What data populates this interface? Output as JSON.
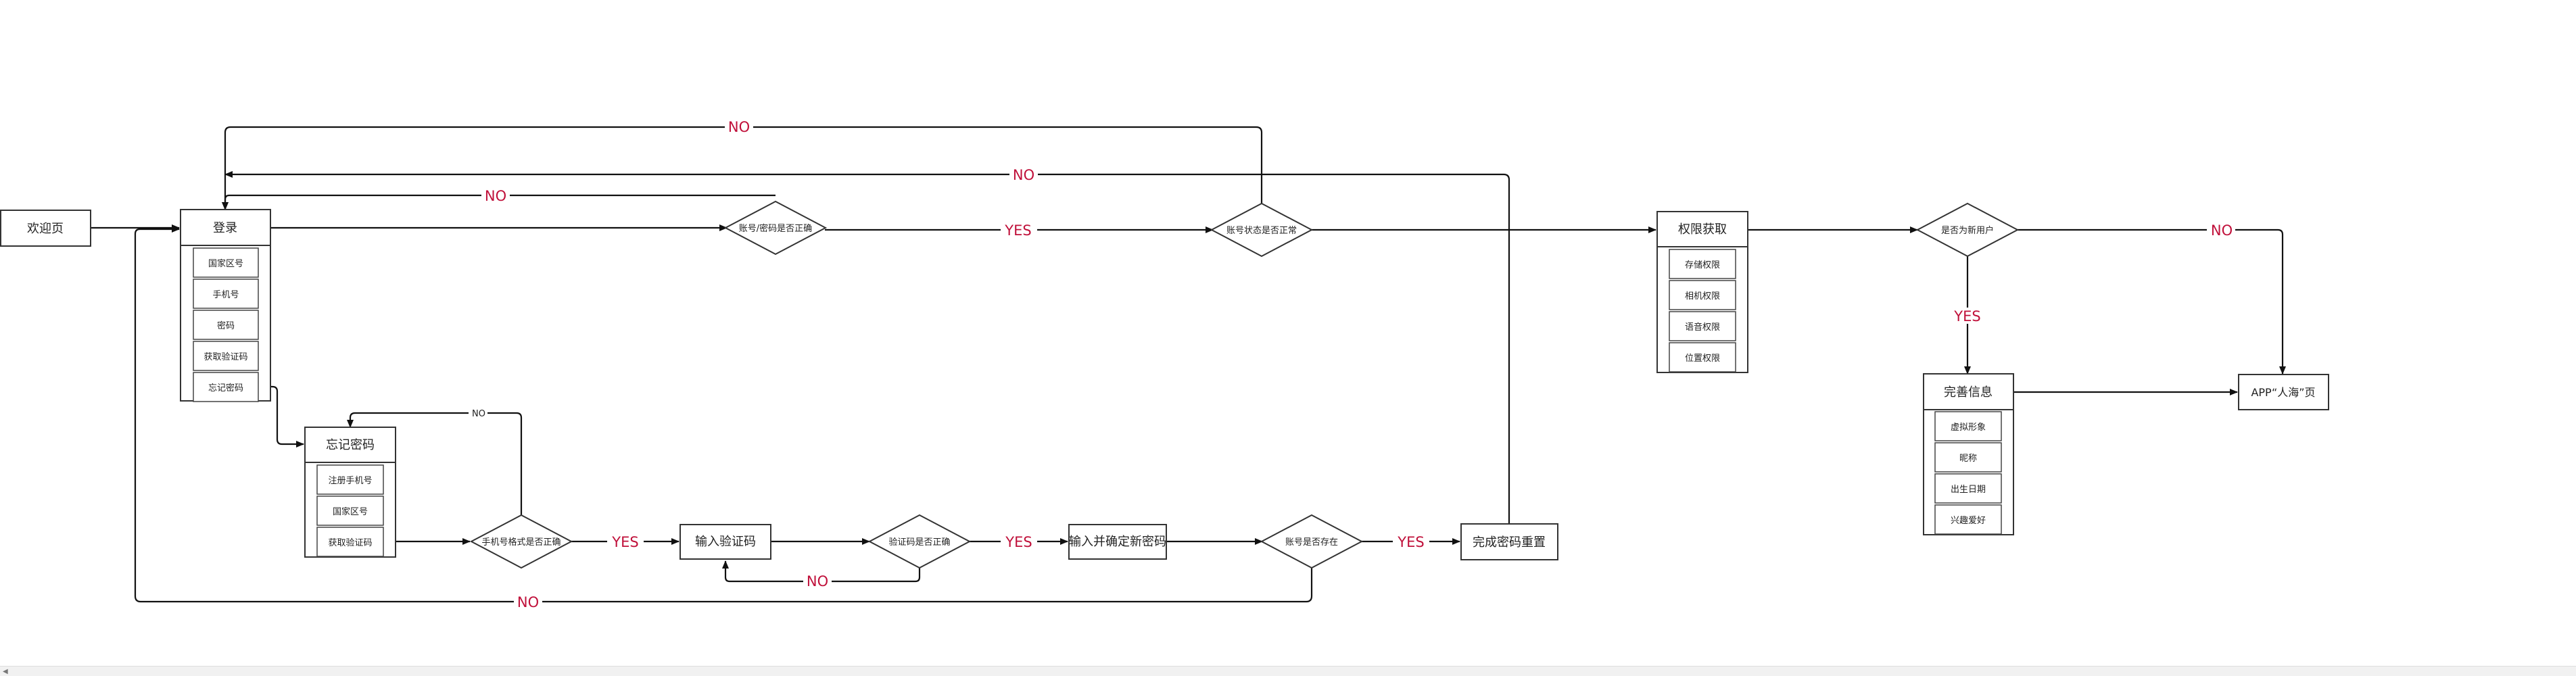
{
  "nodes": {
    "welcome": "欢迎页",
    "login": "登录",
    "login_fields": [
      "国家区号",
      "手机号",
      "密码",
      "获取验证码",
      "忘记密码"
    ],
    "forgot": "忘记密码",
    "forgot_fields": [
      "注册手机号",
      "国家区号",
      "获取验证码"
    ],
    "phone_format": "手机号格式是否正确",
    "input_code": "输入验证码",
    "code_correct": "验证码是否正确",
    "new_password": "输入并确定新密码",
    "account_exists": "账号是否存在",
    "reset_done": "完成密码重置",
    "cred_correct": "账号/密码是否正确",
    "account_status": "账号状态是否正常",
    "permissions": "权限获取",
    "permission_fields": [
      "存储权限",
      "相机权限",
      "语音权限",
      "位置权限"
    ],
    "is_new_user": "是否为新用户",
    "profile": "完善信息",
    "profile_fields": [
      "虚拟形象",
      "昵称",
      "出生日期",
      "兴趣爱好"
    ],
    "app_home": "APP“人海”页"
  },
  "edge_labels": {
    "yes": "YES",
    "no": "NO"
  },
  "colors": {
    "label": "#c0103a",
    "line": "#111111"
  }
}
